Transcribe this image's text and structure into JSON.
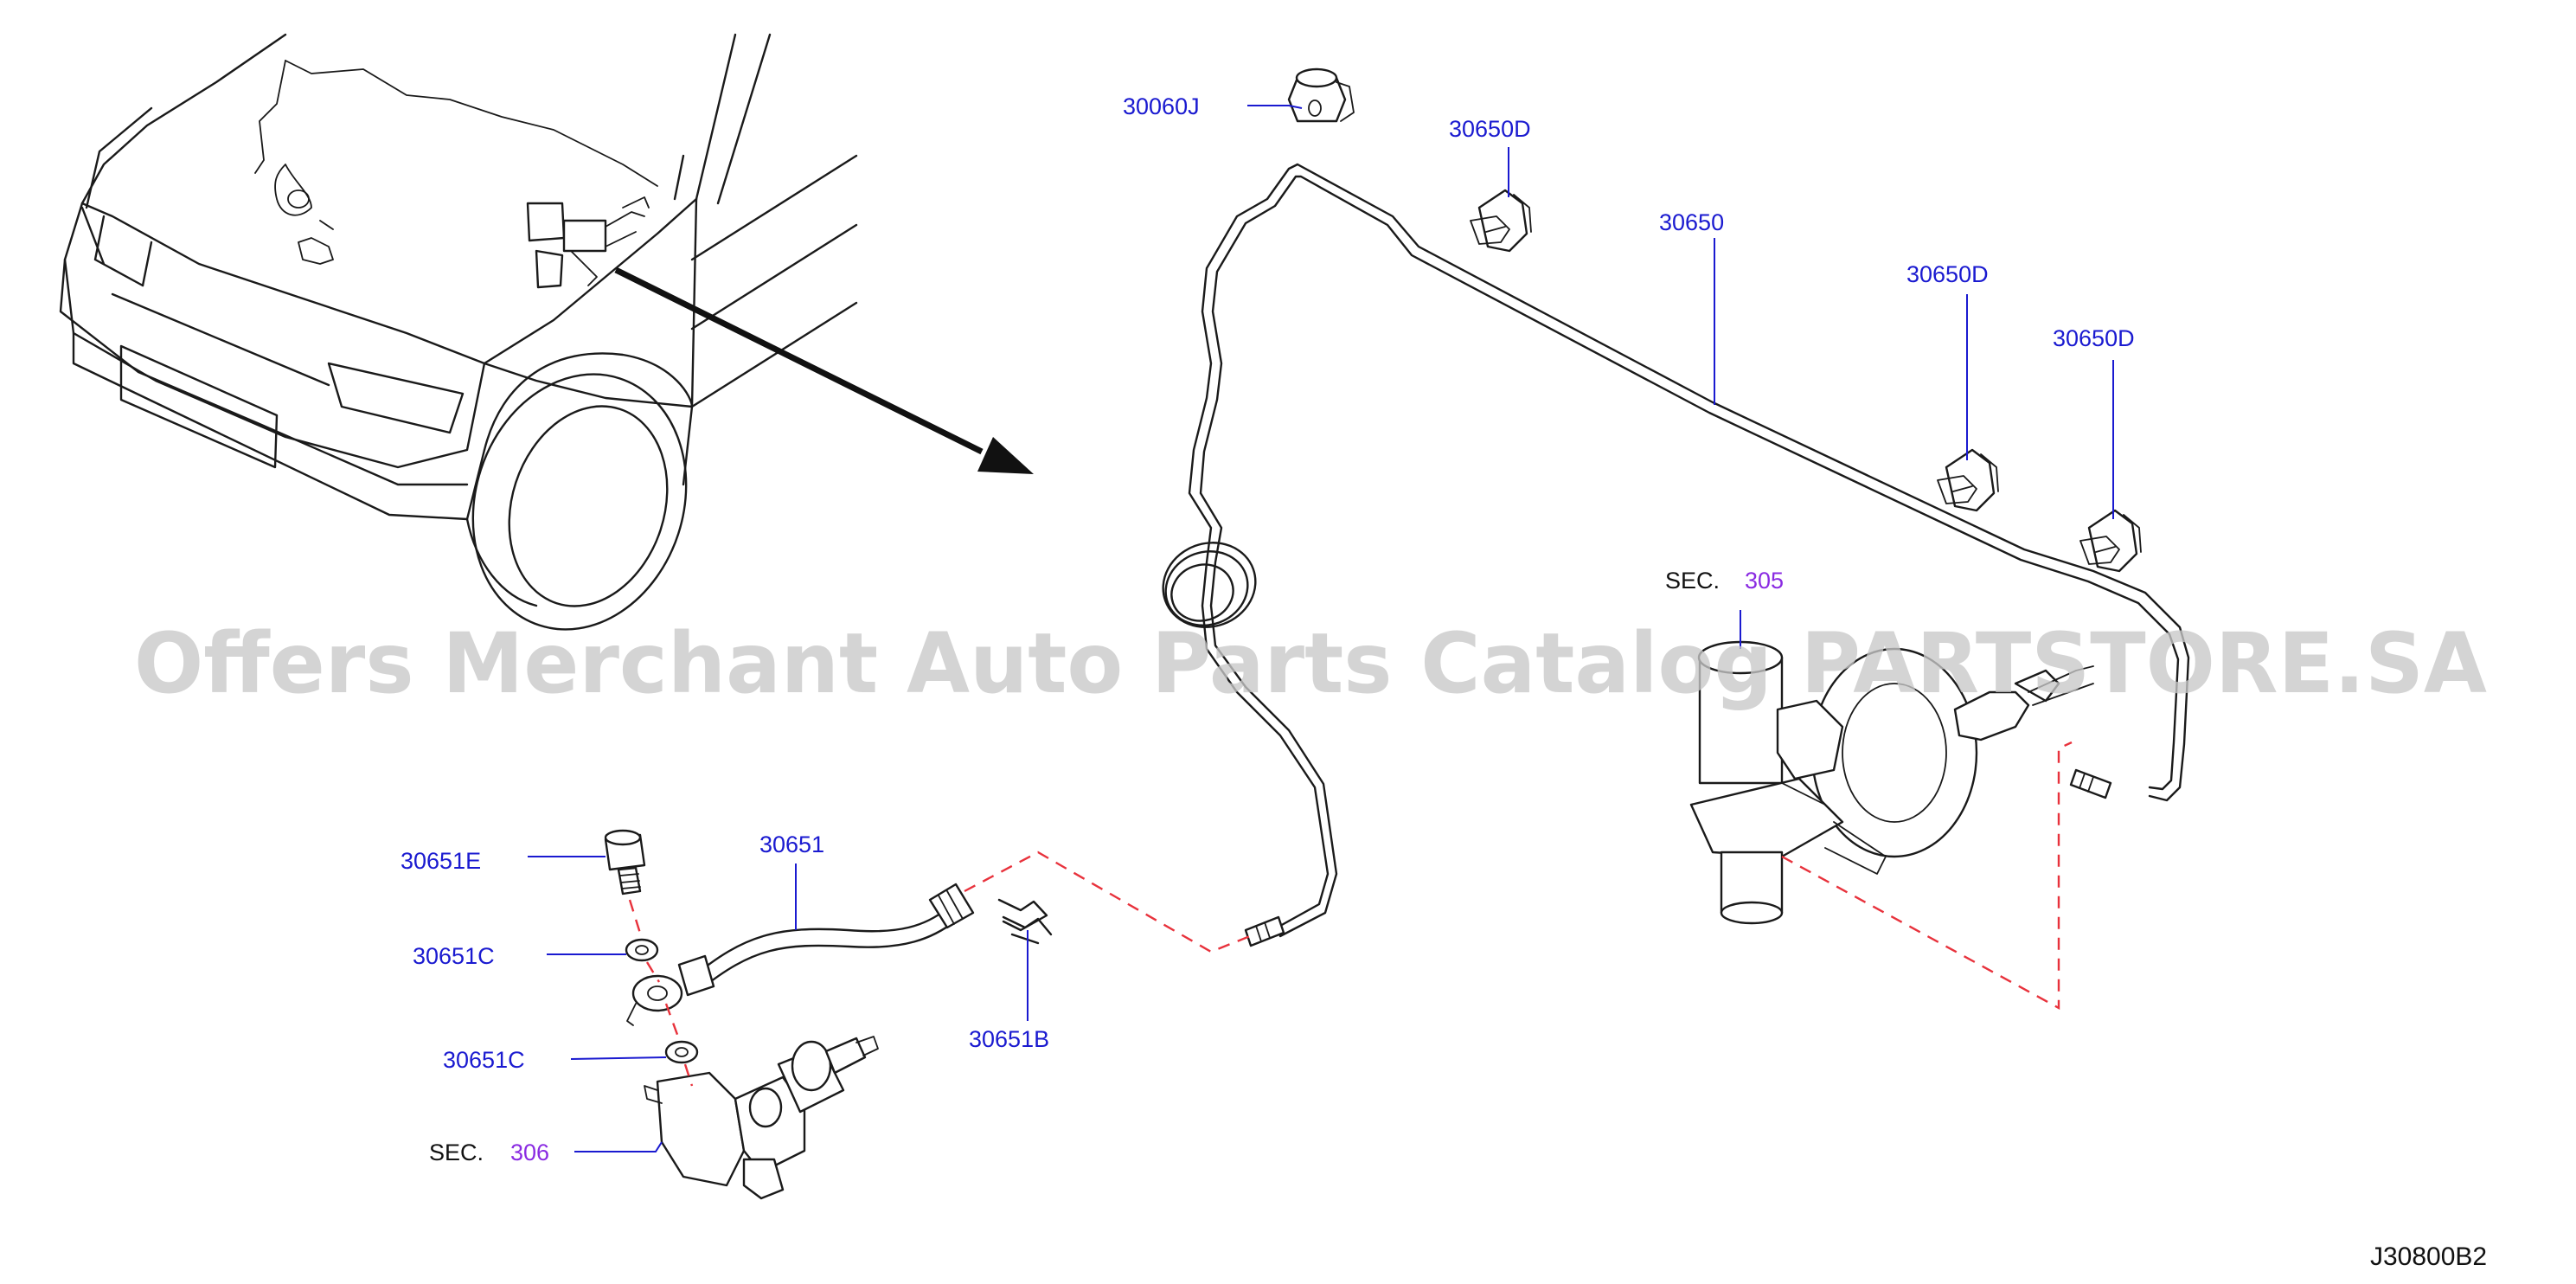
{
  "parts": {
    "p30060J": "30060J",
    "p30650D_a": "30650D",
    "p30650": "30650",
    "p30650D_b": "30650D",
    "p30650D_c": "30650D",
    "p30651": "30651",
    "p30651E": "30651E",
    "p30651C_a": "30651C",
    "p30651C_b": "30651C",
    "p30651B": "30651B"
  },
  "sections": {
    "upper": {
      "prefix": "SEC.",
      "number": "305"
    },
    "lower": {
      "prefix": "SEC.",
      "number": "306"
    }
  },
  "diagram_code": "J30800B2",
  "watermark": "Offers Merchant Auto Parts Catalog PARTSTORE.SA",
  "colors": {
    "label_blue": "#1a1ad0",
    "section_purple": "#8a2be2",
    "dashed_red": "#e8323c",
    "line_black": "#1a1a1a",
    "watermark_gray": "#c8c8c8"
  }
}
